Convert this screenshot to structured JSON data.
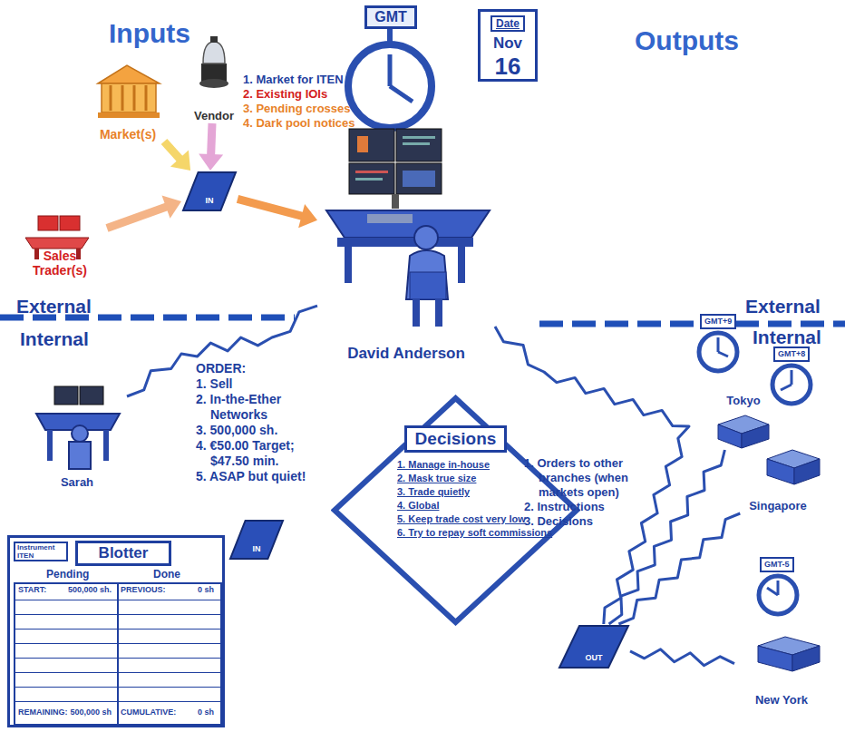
{
  "diagram": {
    "nodes": [
      {
        "text": [
          "GMT"
        ]
      },
      {
        "text": [
          "Date",
          "Nov",
          "16"
        ]
      },
      {
        "text": [
          "Vendor"
        ]
      },
      {
        "text": [
          "Market(s)"
        ]
      },
      {
        "text": [
          "Sales Trader(s)"
        ]
      },
      {
        "text": [
          "IN"
        ]
      },
      {
        "text": [
          "David Anderson"
        ]
      },
      {
        "text": [
          "Sarah"
        ]
      },
      {
        "text": [
          "IN"
        ]
      },
      {
        "text": [
          "Decisions",
          "1. Manage in-house",
          "2. Mask true size",
          "3. Trade quietly",
          "4. Global",
          "5. Keep trade cost very low",
          "6. Try to repay soft commissions"
        ]
      },
      {
        "text": [
          "OUT"
        ]
      },
      {
        "text": [
          "GMT+9"
        ]
      },
      {
        "text": [
          "Tokyo"
        ]
      },
      {
        "text": [
          "GMT+8"
        ]
      },
      {
        "text": [
          "Singapore"
        ]
      },
      {
        "text": [
          "GMT-5"
        ]
      },
      {
        "text": [
          "New York"
        ]
      },
      {
        "text": [
          "Instrument ITEN",
          "Blotter",
          "Pending",
          "Done",
          "START:",
          "500,000 sh.",
          "PREVIOUS:",
          "0 sh",
          "REMAINING:",
          "500,000 sh",
          "CUMULATIVE:",
          "0 sh"
        ]
      }
    ],
    "edges": [
      {
        "from": 2,
        "to": 5,
        "arrow": "to"
      },
      {
        "from": 3,
        "to": 5,
        "arrow": "to"
      },
      {
        "from": 4,
        "to": 5,
        "arrow": "to"
      },
      {
        "from": 5,
        "to": 6,
        "arrow": "to"
      },
      {
        "from": 7,
        "to": 6,
        "arrow": "none"
      },
      {
        "from": 6,
        "to": 10,
        "arrow": "none"
      },
      {
        "from": 10,
        "to": 12,
        "arrow": "none"
      },
      {
        "from": 10,
        "to": 14,
        "arrow": "none"
      },
      {
        "from": 10,
        "to": 16,
        "arrow": "none"
      }
    ],
    "labels": [
      "Inputs",
      "Outputs",
      "1. Market for ITEN",
      "2. Existing IOIs",
      "3. Pending crosses",
      "4. Dark pool notices",
      "External",
      "Internal",
      "External",
      "Internal",
      "ORDER:",
      "1. Sell",
      "2. In-the-Ether Networks",
      "3. 500,000 sh.",
      "4. €50.00 Target; $47.50 min.",
      "5. ASAP but quiet!",
      "1. Orders to other branches (when markets open)",
      "2. Instructions",
      "3. Decisions"
    ]
  }
}
